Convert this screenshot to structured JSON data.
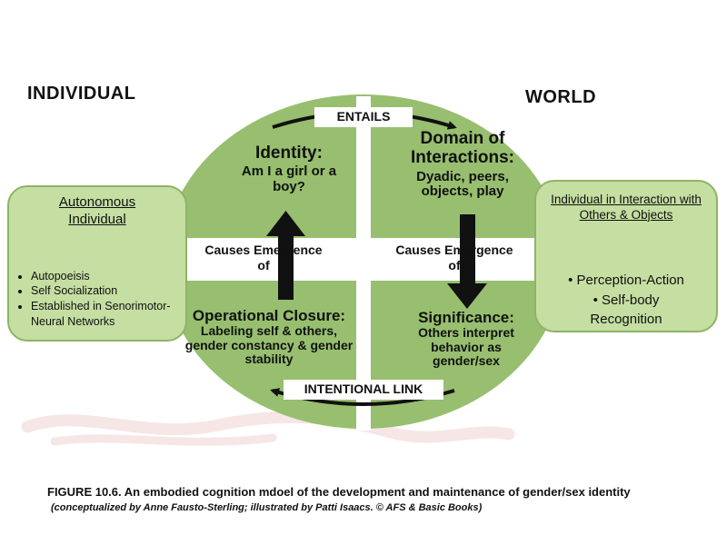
{
  "headers": {
    "left": "INDIVIDUAL",
    "right": "WORLD"
  },
  "top_arc_label": "ENTAILS",
  "bottom_arc_label": "INTENTIONAL LINK",
  "quadrants": {
    "top_left": {
      "title": "Identity:",
      "subtitle": "Am I a girl or a boy?"
    },
    "top_right": {
      "title": "Domain of Interactions:",
      "subtitle": "Dyadic, peers, objects, play"
    },
    "bottom_left": {
      "title": "Operational Closure:",
      "subtitle": "Labeling self & others, gender constancy & gender stability"
    },
    "bottom_right": {
      "title": "Significance:",
      "subtitle": "Others interpret behavior as gender/sex"
    }
  },
  "bar_labels": {
    "left": "Causes Emergence of",
    "right": "Causes Emergence of"
  },
  "left_box": {
    "title": "Autonomous Individual",
    "bullets": [
      "Autopoeisis",
      "Self Socialization",
      "Established in Senorimotor-Neural Networks"
    ]
  },
  "right_box": {
    "title": "Individual in Interaction with Others & Objects",
    "bullets": [
      "Perception-Action",
      "Self-body Recognition"
    ]
  },
  "caption": "FIGURE 10.6. An embodied cognition mdoel of the development and maintenance of gender/sex identity",
  "credit": "(conceptualized by Anne Fausto-Sterling; illustrated by Patti Isaacs. © AFS & Basic Books)",
  "colors": {
    "ellipse": "#97bf6f",
    "box_fill": "#c5dea2",
    "box_border": "#8eb466"
  }
}
